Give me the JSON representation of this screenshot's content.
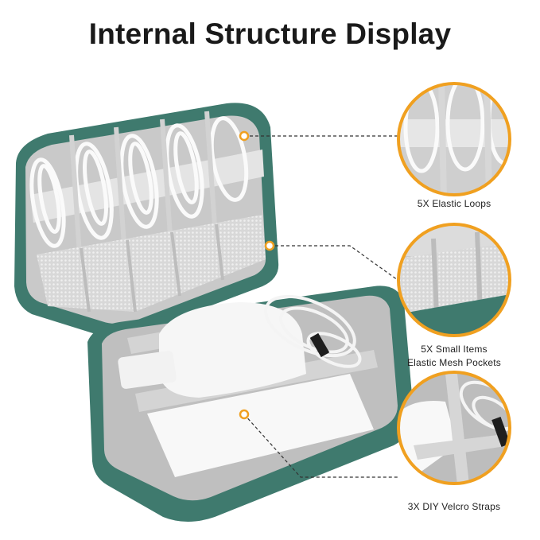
{
  "title": "Internal Structure Display",
  "features": [
    {
      "label": "5X Elastic Loops",
      "lines": [
        "5X Elastic Loops"
      ]
    },
    {
      "label": "5X Small Items Elastic Mesh Pockets",
      "lines": [
        "5X Small Items",
        "Elastic Mesh Pockets"
      ]
    },
    {
      "label": "3X DIY Velcro Straps",
      "lines": [
        "3X DIY Velcro Straps"
      ]
    }
  ],
  "colors": {
    "case_teal": "#3f7a6e",
    "case_teal_dark": "#2f5f55",
    "lining_gray": "#c8c8c8",
    "accent_orange": "#f0a020",
    "text": "#1a1a1a"
  }
}
